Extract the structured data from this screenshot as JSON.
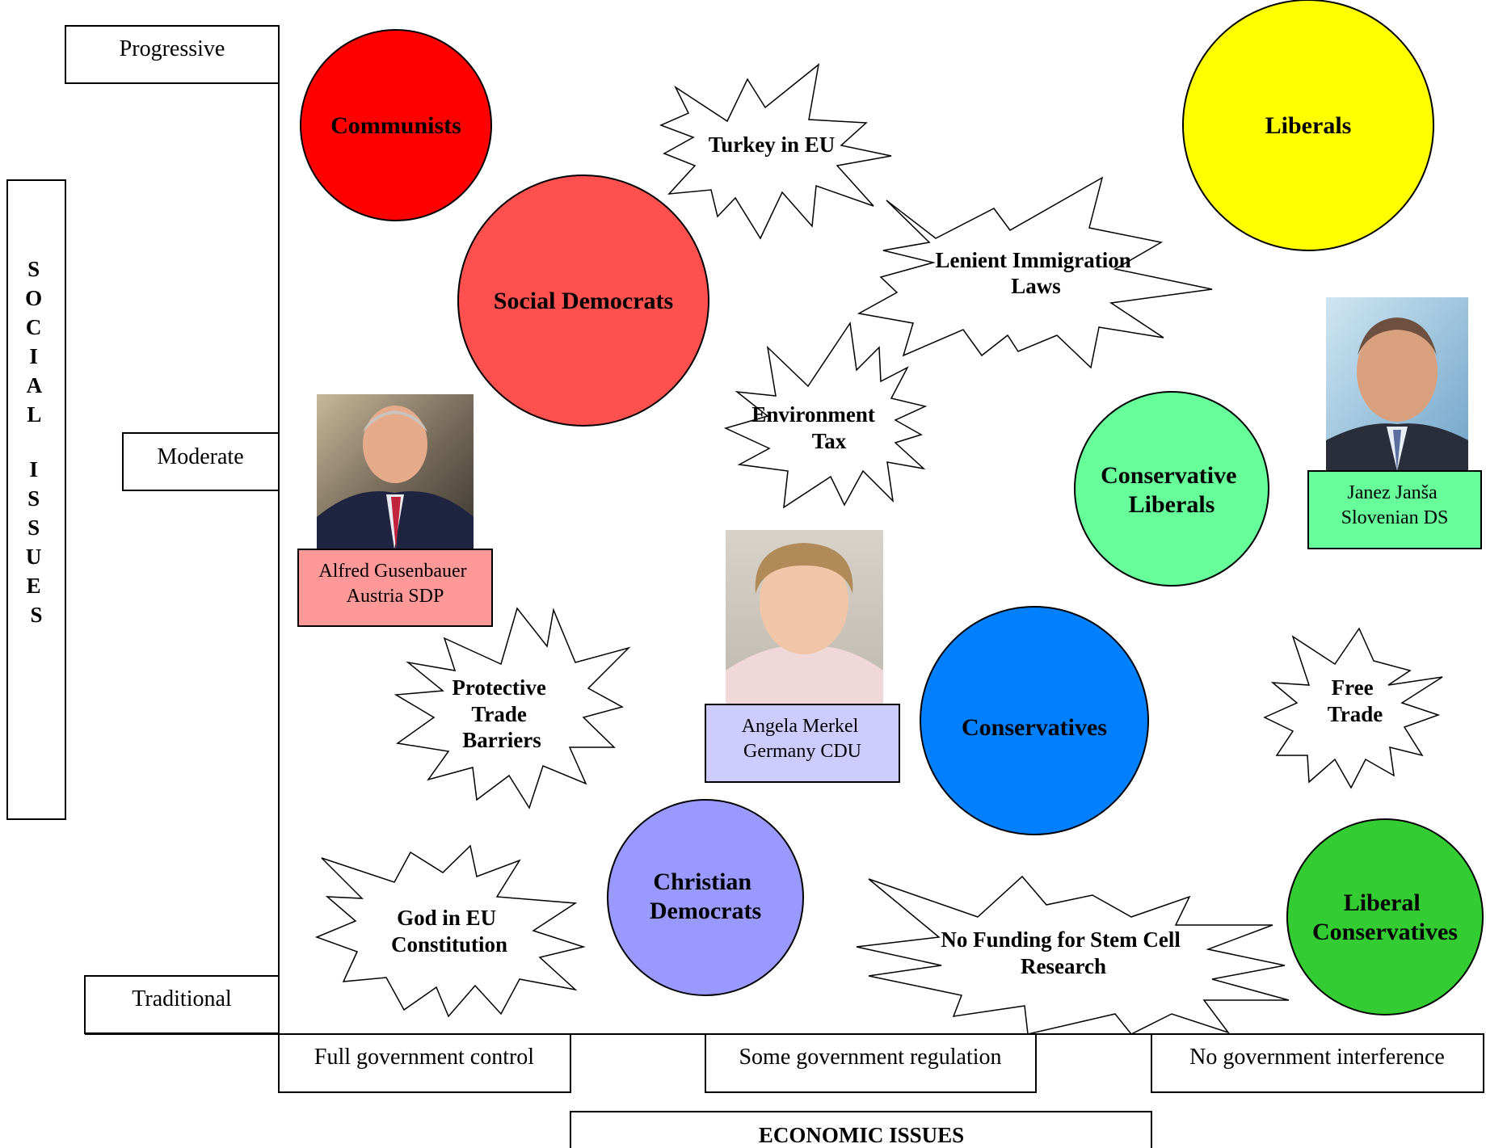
{
  "axes": {
    "social": {
      "title": "SOCIAL  ISSUES",
      "letters": [
        "S",
        "O",
        "C",
        "I",
        "A",
        "L",
        "",
        "I",
        "S",
        "S",
        "U",
        "E",
        "S"
      ]
    },
    "levels": {
      "progressive": "Progressive",
      "moderate": "Moderate",
      "traditional": "Traditional"
    },
    "economic": {
      "title": "ECONOMIC ISSUES",
      "full": "Full government control",
      "some": "Some government regulation",
      "none": "No government interference"
    }
  },
  "parties": [
    {
      "id": "communists",
      "lines": [
        "Communists"
      ],
      "color": "#ff0000"
    },
    {
      "id": "social-democrats",
      "lines": [
        "Social Democrats"
      ],
      "color": "#ff5050"
    },
    {
      "id": "liberals",
      "lines": [
        "Liberals"
      ],
      "color": "#ffff00"
    },
    {
      "id": "conservative-liberals",
      "lines": [
        "Conservative",
        "Liberals"
      ],
      "color": "#66ff99"
    },
    {
      "id": "conservatives",
      "lines": [
        "Conservatives"
      ],
      "color": "#0080ff"
    },
    {
      "id": "christian-democrats",
      "lines": [
        "Christian",
        "Democrats"
      ],
      "color": "#9999ff"
    },
    {
      "id": "liberal-conservatives",
      "lines": [
        "Liberal",
        "Conservatives"
      ],
      "color": "#33cc33"
    }
  ],
  "issues": [
    {
      "id": "turkey-in-eu",
      "lines": [
        "Turkey in EU"
      ]
    },
    {
      "id": "lenient-immigration-laws",
      "lines": [
        "Lenient Immigration",
        "Laws"
      ]
    },
    {
      "id": "environment-tax",
      "lines": [
        "Environment",
        "Tax"
      ]
    },
    {
      "id": "protective-trade-barriers",
      "lines": [
        "Protective",
        "Trade",
        "Barriers"
      ]
    },
    {
      "id": "free-trade",
      "lines": [
        "Free",
        "Trade"
      ]
    },
    {
      "id": "god-in-eu-constitution",
      "lines": [
        "God in EU",
        "Constitution"
      ]
    },
    {
      "id": "no-funding-stem-cell",
      "lines": [
        "No Funding for Stem Cell",
        "Research"
      ]
    }
  ],
  "politicians": [
    {
      "id": "gusenbauer",
      "name": "Alfred Gusenbauer",
      "party": "Austria SDP",
      "color": "#ff9999"
    },
    {
      "id": "merkel",
      "name": "Angela Merkel",
      "party": "Germany CDU",
      "color": "#ccccff"
    },
    {
      "id": "jansa",
      "name": "Janez Janša",
      "party": "Slovenian DS",
      "color": "#66ff99"
    }
  ]
}
